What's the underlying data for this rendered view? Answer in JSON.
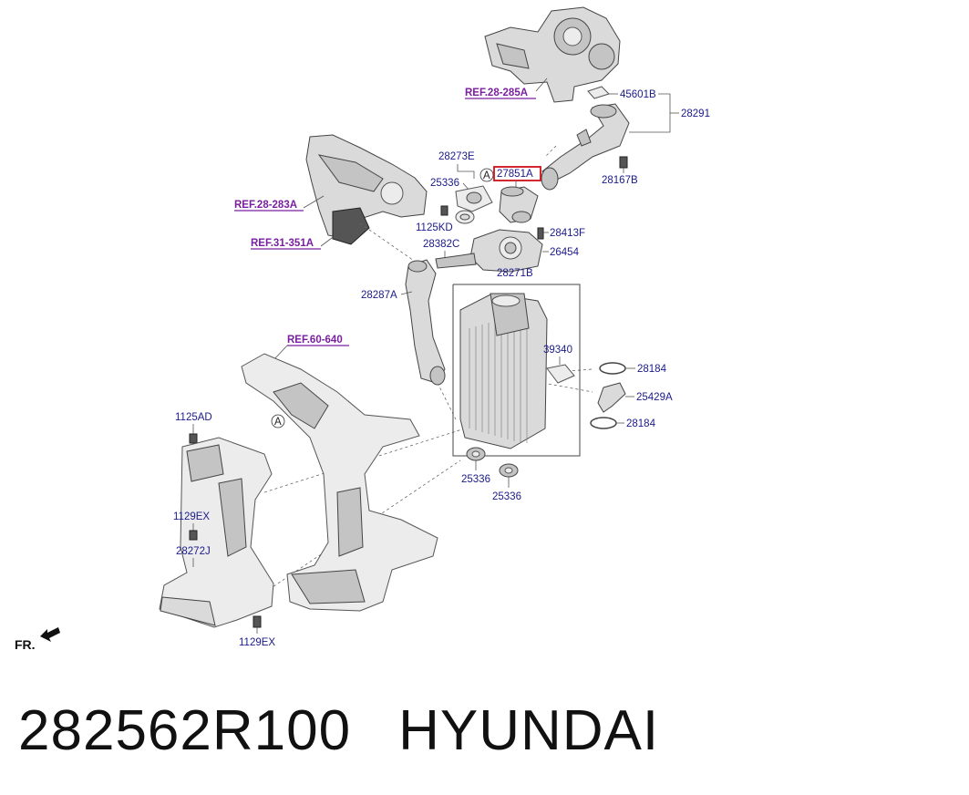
{
  "labels": {
    "l45601B": "45601B",
    "l28291": "28291",
    "l28273E": "28273E",
    "l25336a": "25336",
    "l27851A": "27851A",
    "l28167B": "28167B",
    "l1125KD": "1125KD",
    "l28413F": "28413F",
    "l28382C": "28382C",
    "l26454": "26454",
    "l28271B": "28271B",
    "l28287A": "28287A",
    "l39340": "39340",
    "l28184a": "28184",
    "l25429A": "25429A",
    "l28184b": "28184",
    "l25336b": "25336",
    "l25336c": "25336",
    "l1125AD": "1125AD",
    "l1129EXa": "1129EX",
    "l28272J": "28272J",
    "l1129EXb": "1129EX"
  },
  "refs": {
    "r28285A": "REF.28-285A",
    "r28283A": "REF.28-283A",
    "r31351A": "REF.31-351A",
    "r60640": "REF.60-640"
  },
  "markers": {
    "a1": "A",
    "a2": "A"
  },
  "direction": "FR.",
  "caption": {
    "part_number": "282562R100",
    "brand": "HYUNDAI"
  },
  "highlight_color": "#d0101a"
}
